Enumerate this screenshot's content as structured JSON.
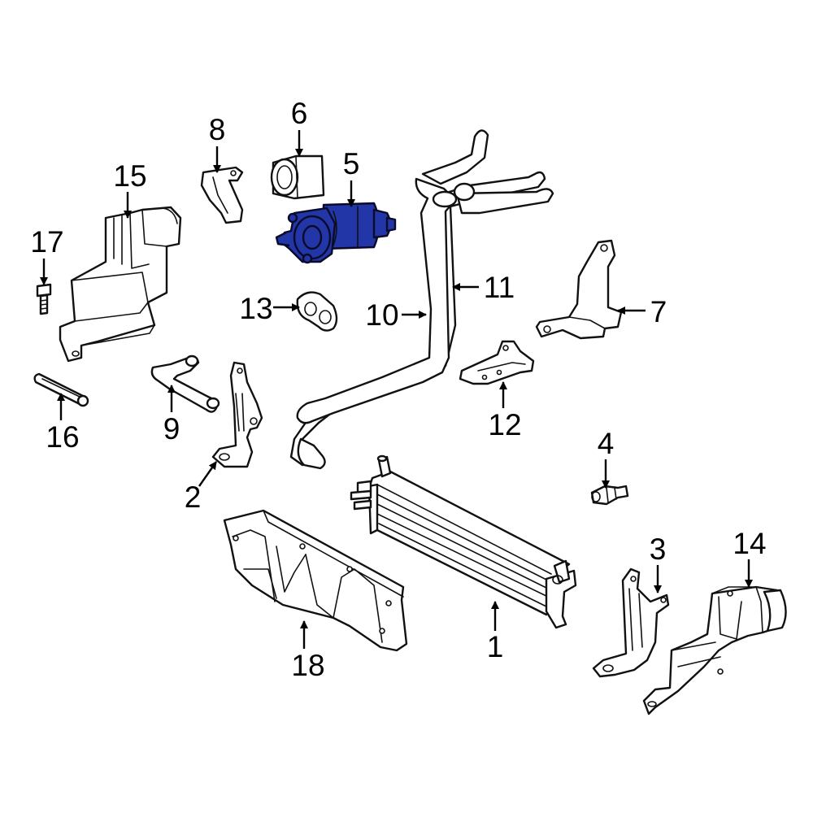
{
  "highlight_color": "#2236a8",
  "callouts": [
    {
      "id": "1",
      "label": "1"
    },
    {
      "id": "2",
      "label": "2"
    },
    {
      "id": "3",
      "label": "3"
    },
    {
      "id": "4",
      "label": "4"
    },
    {
      "id": "5",
      "label": "5",
      "highlighted": true
    },
    {
      "id": "6",
      "label": "6"
    },
    {
      "id": "7",
      "label": "7"
    },
    {
      "id": "8",
      "label": "8"
    },
    {
      "id": "9",
      "label": "9"
    },
    {
      "id": "10",
      "label": "10"
    },
    {
      "id": "11",
      "label": "11"
    },
    {
      "id": "12",
      "label": "12"
    },
    {
      "id": "13",
      "label": "13"
    },
    {
      "id": "14",
      "label": "14"
    },
    {
      "id": "15",
      "label": "15"
    },
    {
      "id": "16",
      "label": "16"
    },
    {
      "id": "17",
      "label": "17"
    },
    {
      "id": "18",
      "label": "18"
    }
  ]
}
